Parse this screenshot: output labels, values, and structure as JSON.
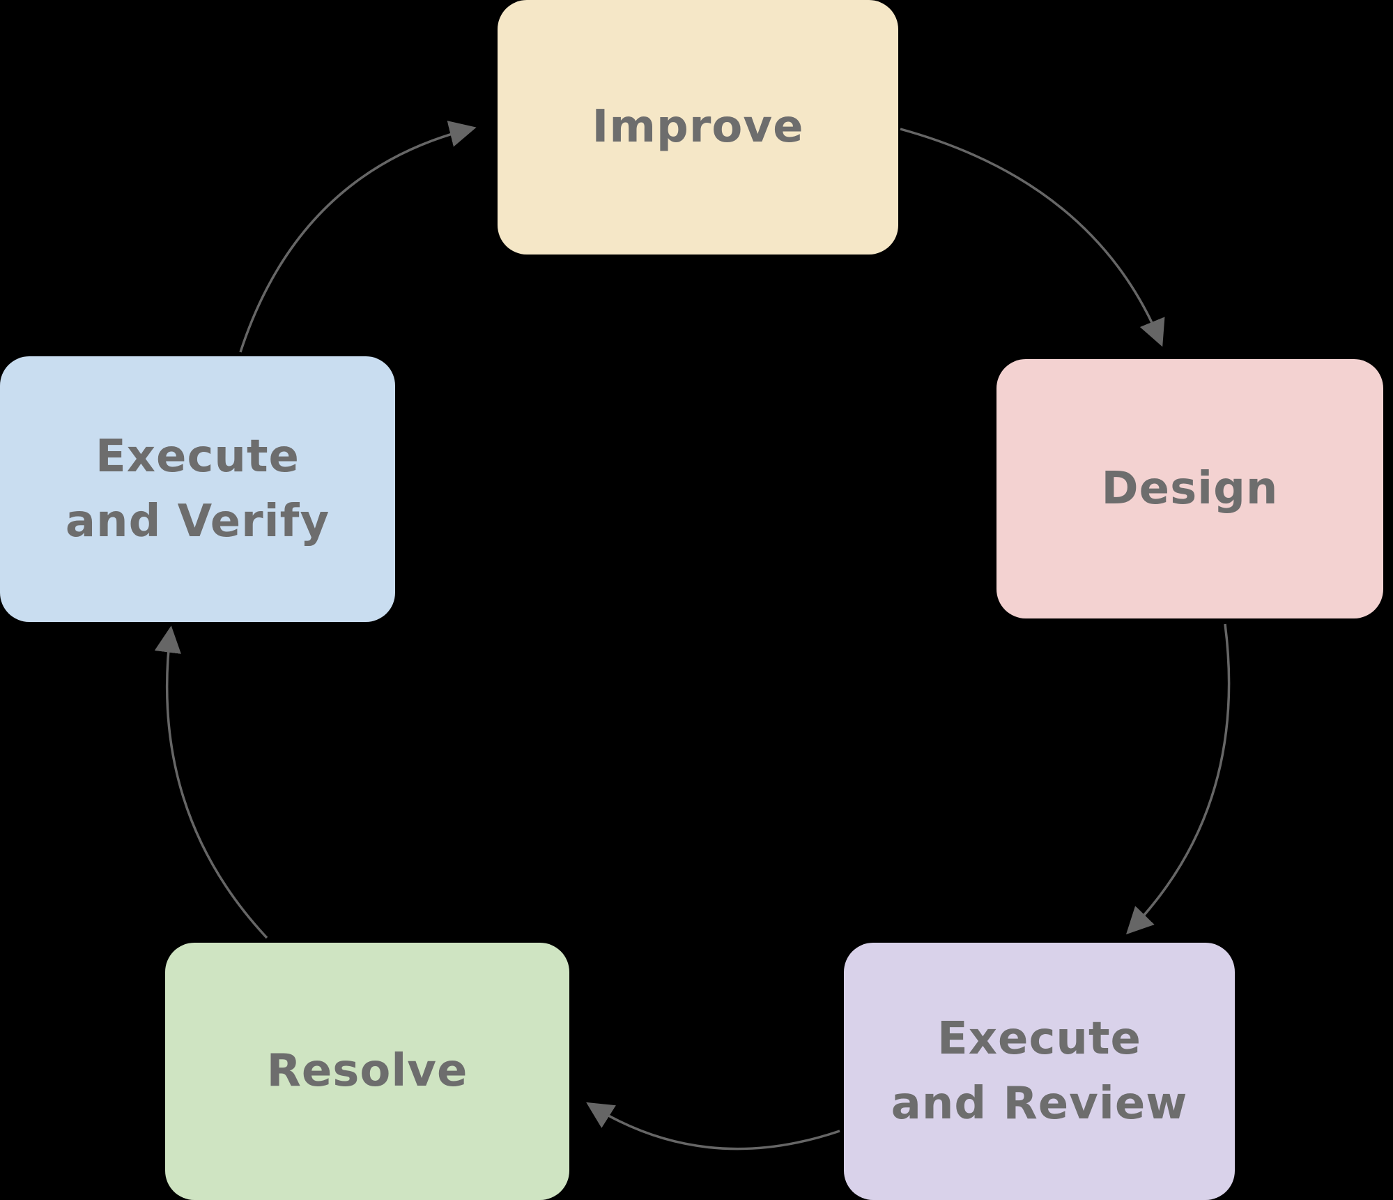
{
  "diagram": {
    "type": "cycle",
    "nodes": [
      {
        "id": "improve",
        "label": "Improve",
        "color": "#f5e7c7"
      },
      {
        "id": "design",
        "label": "Design",
        "color": "#f3d2d1"
      },
      {
        "id": "execute-review",
        "label": "Execute\nand Review",
        "color": "#d9d2ea"
      },
      {
        "id": "resolve",
        "label": "Resolve",
        "color": "#cfe4c2"
      },
      {
        "id": "execute-verify",
        "label": "Execute\nand Verify",
        "color": "#c9ddf0"
      }
    ],
    "edges": [
      {
        "from": "Improve",
        "to": "Design"
      },
      {
        "from": "Design",
        "to": "Execute and Review"
      },
      {
        "from": "Execute and Review",
        "to": "Resolve"
      },
      {
        "from": "Resolve",
        "to": "Execute and Verify"
      },
      {
        "from": "Execute and Verify",
        "to": "Improve"
      }
    ],
    "colors": {
      "arrow": "#666666",
      "text": "#6d6d6d",
      "background": "#000000"
    }
  }
}
